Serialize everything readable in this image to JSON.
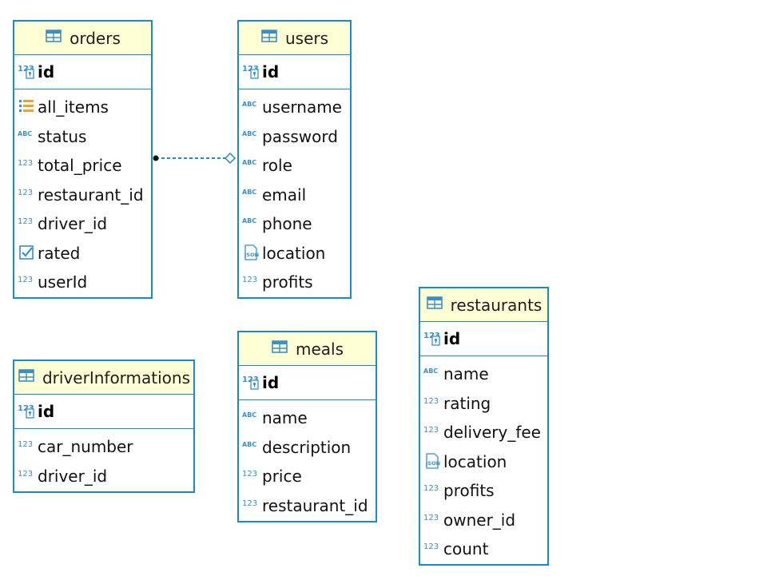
{
  "colors": {
    "border": "#1b8bc4",
    "header_bg": "#ffffd6",
    "icon": "#3a8fc8"
  },
  "entities": {
    "orders": {
      "title": "orders",
      "pk": "id",
      "columns": [
        {
          "name": "all_items",
          "type": "array"
        },
        {
          "name": "status",
          "type": "text"
        },
        {
          "name": "total_price",
          "type": "number"
        },
        {
          "name": "restaurant_id",
          "type": "number"
        },
        {
          "name": "driver_id",
          "type": "number"
        },
        {
          "name": "rated",
          "type": "boolean"
        },
        {
          "name": "userId",
          "type": "number"
        }
      ]
    },
    "users": {
      "title": "users",
      "pk": "id",
      "columns": [
        {
          "name": "username",
          "type": "text"
        },
        {
          "name": "password",
          "type": "text"
        },
        {
          "name": "role",
          "type": "text"
        },
        {
          "name": "email",
          "type": "text"
        },
        {
          "name": "phone",
          "type": "text"
        },
        {
          "name": "location",
          "type": "json"
        },
        {
          "name": "profits",
          "type": "number"
        }
      ]
    },
    "restaurants": {
      "title": "restaurants",
      "pk": "id",
      "columns": [
        {
          "name": "name",
          "type": "text"
        },
        {
          "name": "rating",
          "type": "number"
        },
        {
          "name": "delivery_fee",
          "type": "number"
        },
        {
          "name": "location",
          "type": "json"
        },
        {
          "name": "profits",
          "type": "number"
        },
        {
          "name": "owner_id",
          "type": "number"
        },
        {
          "name": "count",
          "type": "number"
        }
      ]
    },
    "driverInformations": {
      "title": "driverInformations",
      "pk": "id",
      "columns": [
        {
          "name": "car_number",
          "type": "number"
        },
        {
          "name": "driver_id",
          "type": "number"
        }
      ]
    },
    "meals": {
      "title": "meals",
      "pk": "id",
      "columns": [
        {
          "name": "name",
          "type": "text"
        },
        {
          "name": "description",
          "type": "text"
        },
        {
          "name": "price",
          "type": "number"
        },
        {
          "name": "restaurant_id",
          "type": "number"
        }
      ]
    }
  },
  "relations": [
    {
      "from": "orders.userId",
      "to": "users.id"
    }
  ]
}
